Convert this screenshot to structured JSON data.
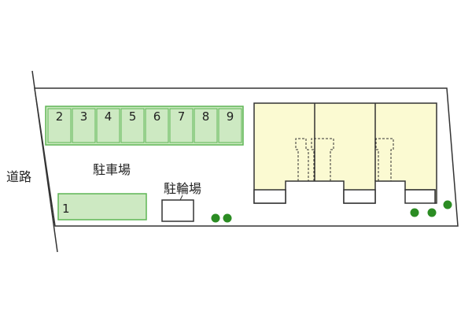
{
  "road": {
    "label": "道路"
  },
  "parking": {
    "label": "駐車場",
    "color": "#cde9c2",
    "border_color": "#5fb655",
    "spaces_row": [
      "2",
      "3",
      "4",
      "5",
      "6",
      "7",
      "8",
      "9"
    ],
    "space_single": "1"
  },
  "bicycle_parking": {
    "label": "駐輪場"
  },
  "building": {
    "color": "#fbfad2",
    "units": 3
  },
  "trees": {
    "color": "#2b8c23"
  }
}
